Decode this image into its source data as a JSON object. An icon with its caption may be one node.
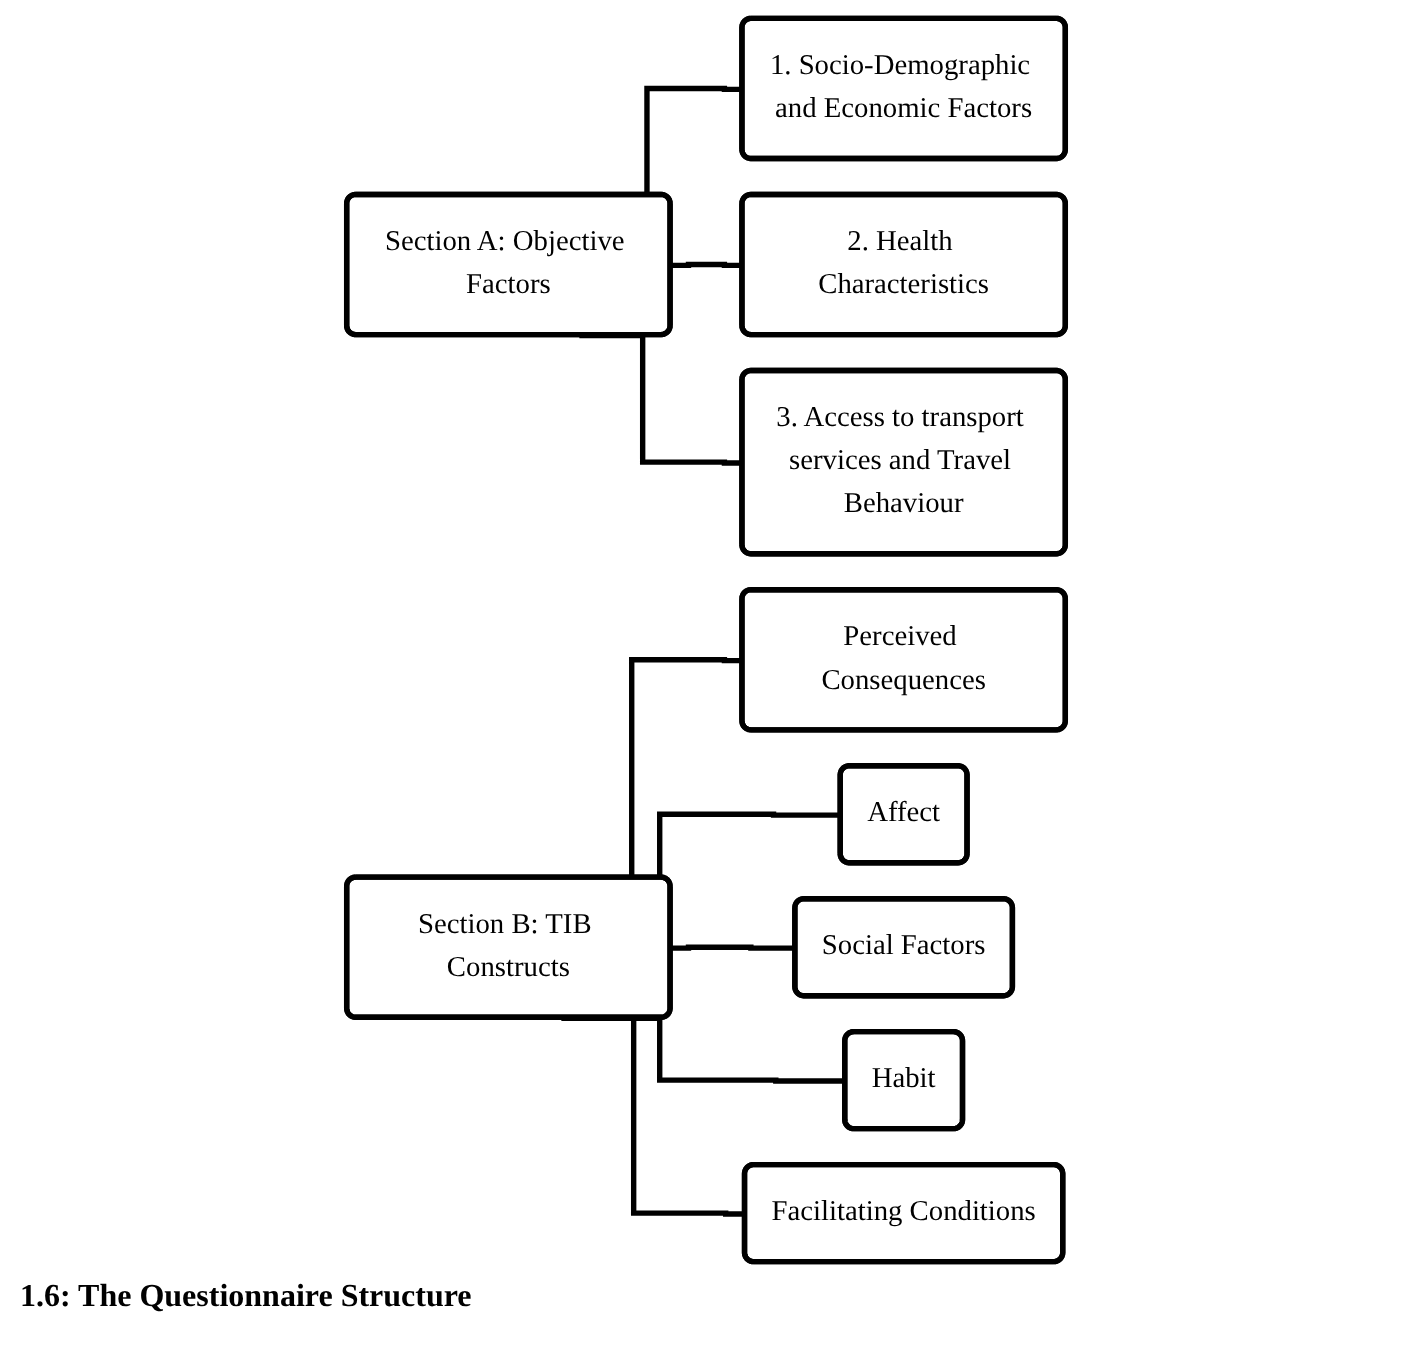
{
  "diagram": {
    "caption": "1.6: The Questionnaire Structure",
    "nodes": [
      {
        "text": [
          "Section A: Objective Factors"
        ]
      },
      {
        "text": [
          "1. Socio-Demographic and Economic Factors"
        ]
      },
      {
        "text": [
          "2. Health Characteristics"
        ]
      },
      {
        "text": [
          "3. Access to transport services and Travel Behaviour"
        ]
      },
      {
        "text": [
          "Section B: TIB Constructs"
        ]
      },
      {
        "text": [
          "Perceived Consequences"
        ]
      },
      {
        "text": [
          "Affect"
        ]
      },
      {
        "text": [
          "Social Factors"
        ]
      },
      {
        "text": [
          "Habit"
        ]
      },
      {
        "text": [
          "Facilitating Conditions"
        ]
      }
    ],
    "edges": [
      {
        "from": 0,
        "to": 1,
        "arrow": "none"
      },
      {
        "from": 0,
        "to": 2,
        "arrow": "none"
      },
      {
        "from": 0,
        "to": 3,
        "arrow": "none"
      },
      {
        "from": 4,
        "to": 5,
        "arrow": "none"
      },
      {
        "from": 4,
        "to": 6,
        "arrow": "none"
      },
      {
        "from": 4,
        "to": 7,
        "arrow": "none"
      },
      {
        "from": 4,
        "to": 8,
        "arrow": "none"
      },
      {
        "from": 4,
        "to": 9,
        "arrow": "none"
      }
    ]
  }
}
